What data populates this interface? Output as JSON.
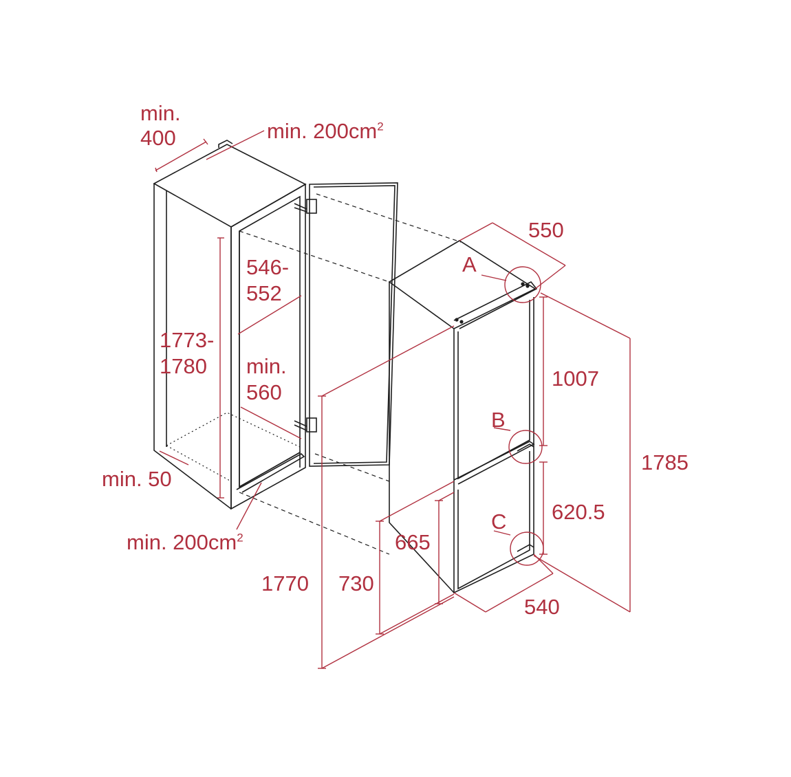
{
  "colors": {
    "dimension": "#b0303f",
    "outline": "#1e1e1e",
    "background": "#ffffff"
  },
  "labels": {
    "min_400_a": "min.",
    "min_400_b": "400",
    "vent_top_text": "min. 200cm",
    "vent_top_sup": "2",
    "niche_depth_a": "546-",
    "niche_depth_b": "552",
    "niche_height_a": "1773-",
    "niche_height_b": "1780",
    "niche_width_a": "min.",
    "niche_width_b": "560",
    "min_50": "min. 50",
    "vent_bottom_text": "min. 200cm",
    "vent_bottom_sup": "2",
    "width_550": "550",
    "detail_a": "A",
    "detail_b": "B",
    "detail_c": "C",
    "height_1007": "1007",
    "height_1785": "1785",
    "height_620_5": "620.5",
    "height_665": "665",
    "height_730": "730",
    "height_1770": "1770",
    "width_540": "540"
  }
}
